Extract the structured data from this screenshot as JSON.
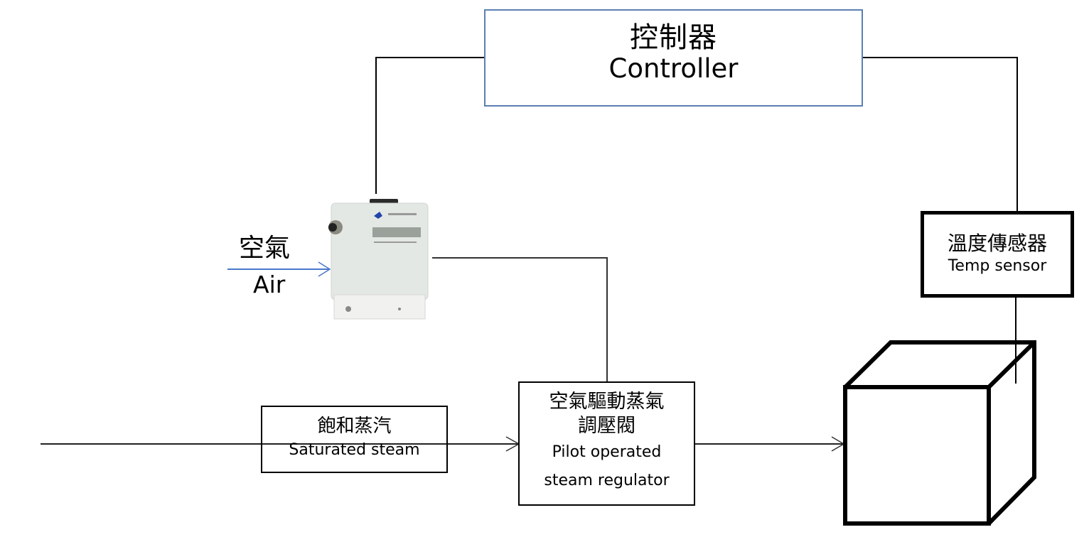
{
  "diagram": {
    "title": "Steam temperature control loop",
    "nodes": {
      "controller": {
        "label_zh": "控制器",
        "label_en": "Controller",
        "border_color": "#5b7fb3"
      },
      "temp_sensor": {
        "label_zh": "溫度傳感器",
        "label_en": "Temp sensor"
      },
      "air_input": {
        "label_zh": "空氣",
        "label_en": "Air",
        "arrow_color": "#4a78c8"
      },
      "electro_pneumatic_converter": {
        "description": "Electro-pneumatic regulator device (photo)"
      },
      "saturated_steam": {
        "label_zh": "飽和蒸汽",
        "label_en": "Saturated steam"
      },
      "regulator": {
        "label_zh_line1": "空氣驅動蒸氣",
        "label_zh_line2": "調壓閥",
        "label_en_line1": "Pilot operated",
        "label_en_line2": "steam regulator"
      },
      "chamber": {
        "description": "Cube (process vessel)"
      }
    },
    "edges": [
      {
        "from": "controller",
        "to": "electro_pneumatic_converter",
        "type": "signal"
      },
      {
        "from": "temp_sensor",
        "to": "controller",
        "type": "signal"
      },
      {
        "from": "air_input",
        "to": "electro_pneumatic_converter",
        "type": "flow"
      },
      {
        "from": "electro_pneumatic_converter",
        "to": "regulator",
        "type": "pilot"
      },
      {
        "from": "saturated_steam",
        "to": "regulator",
        "type": "flow"
      },
      {
        "from": "regulator",
        "to": "chamber",
        "type": "flow"
      },
      {
        "from": "chamber",
        "to": "temp_sensor",
        "type": "probe"
      }
    ]
  }
}
